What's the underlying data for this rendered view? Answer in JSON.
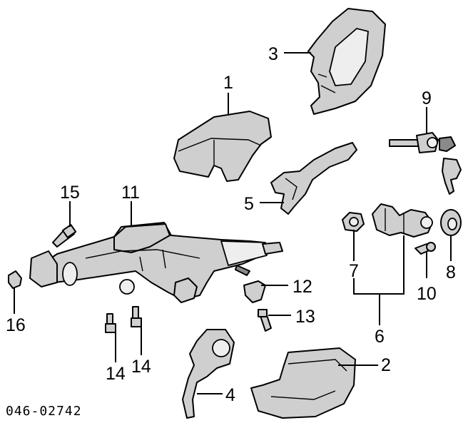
{
  "labels": {
    "l1": "1",
    "l2": "2",
    "l3": "3",
    "l4": "4",
    "l5": "5",
    "l6": "6",
    "l7": "7",
    "l8": "8",
    "l9": "9",
    "l10": "10",
    "l11": "11",
    "l12": "12",
    "l13": "13",
    "l14a": "14",
    "l14b": "14",
    "l15": "15",
    "l16": "16"
  },
  "diagram_code": "046-02742",
  "colors": {
    "line": "#000000",
    "fill": "#cfcfcf",
    "background": "#ffffff"
  }
}
